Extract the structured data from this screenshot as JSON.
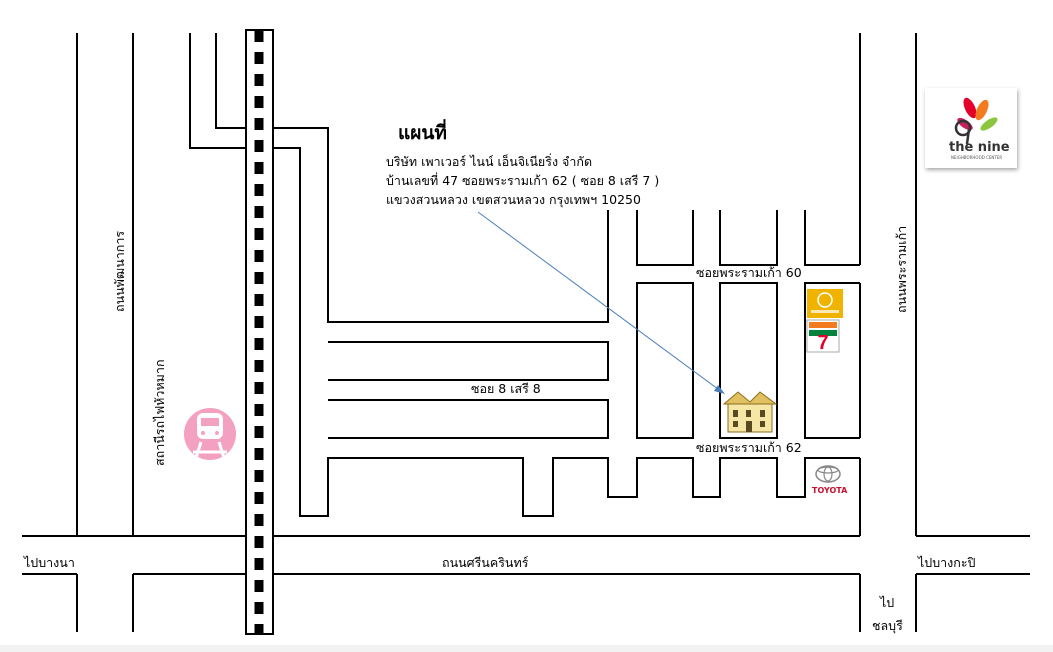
{
  "title": "แผนที่",
  "company": {
    "line1": "บริษัท   เพาเวอร์  ไนน์  เอ็นจิเนียริ่ง  จำกัด",
    "line2": "บ้านเลขที่  47 ซอยพระรามเก้า  62 ( ซอย  8 เสรี  7 )",
    "line3": "แขวงสวนหลวง  เขตสวนหลวง  กรุงเทพฯ  10250"
  },
  "roads": {
    "pattanakarn": "ถนนพัฒนาการ",
    "rama9": "ถนนพระรามเก้า",
    "srinakarin": "ถนนศรีนครินทร์",
    "soi_rama9_60": "ซอยพระรามเก้า   60",
    "soi_rama9_62": "ซอยพระรามเก้า   62",
    "soi_seri8": "ซอย   8 เสรี  8"
  },
  "places": {
    "station": "สถานีรถไฟหัวหมาก",
    "to_bangna": "ไปบางนา",
    "to_bangkapi": "ไปบางกะปิ",
    "to_chonburi_1": "ไป",
    "to_chonburi_2": "ชลบุรี"
  },
  "logos": {
    "the_nine": "the nine",
    "the_nine_sub": "NEIGHBORHOOD CENTER",
    "toyota": "TOYOTA",
    "seven_eleven": "7",
    "bank_icon": "krungsri-bank-icon"
  },
  "colors": {
    "arrow": "#4a7ebb",
    "train_icon": "#f4a0c0",
    "toyota_red": "#c8102e",
    "bank_yellow": "#f0b400",
    "seven_green": "#00843d",
    "seven_orange": "#f47a20",
    "seven_red": "#e4002b"
  }
}
